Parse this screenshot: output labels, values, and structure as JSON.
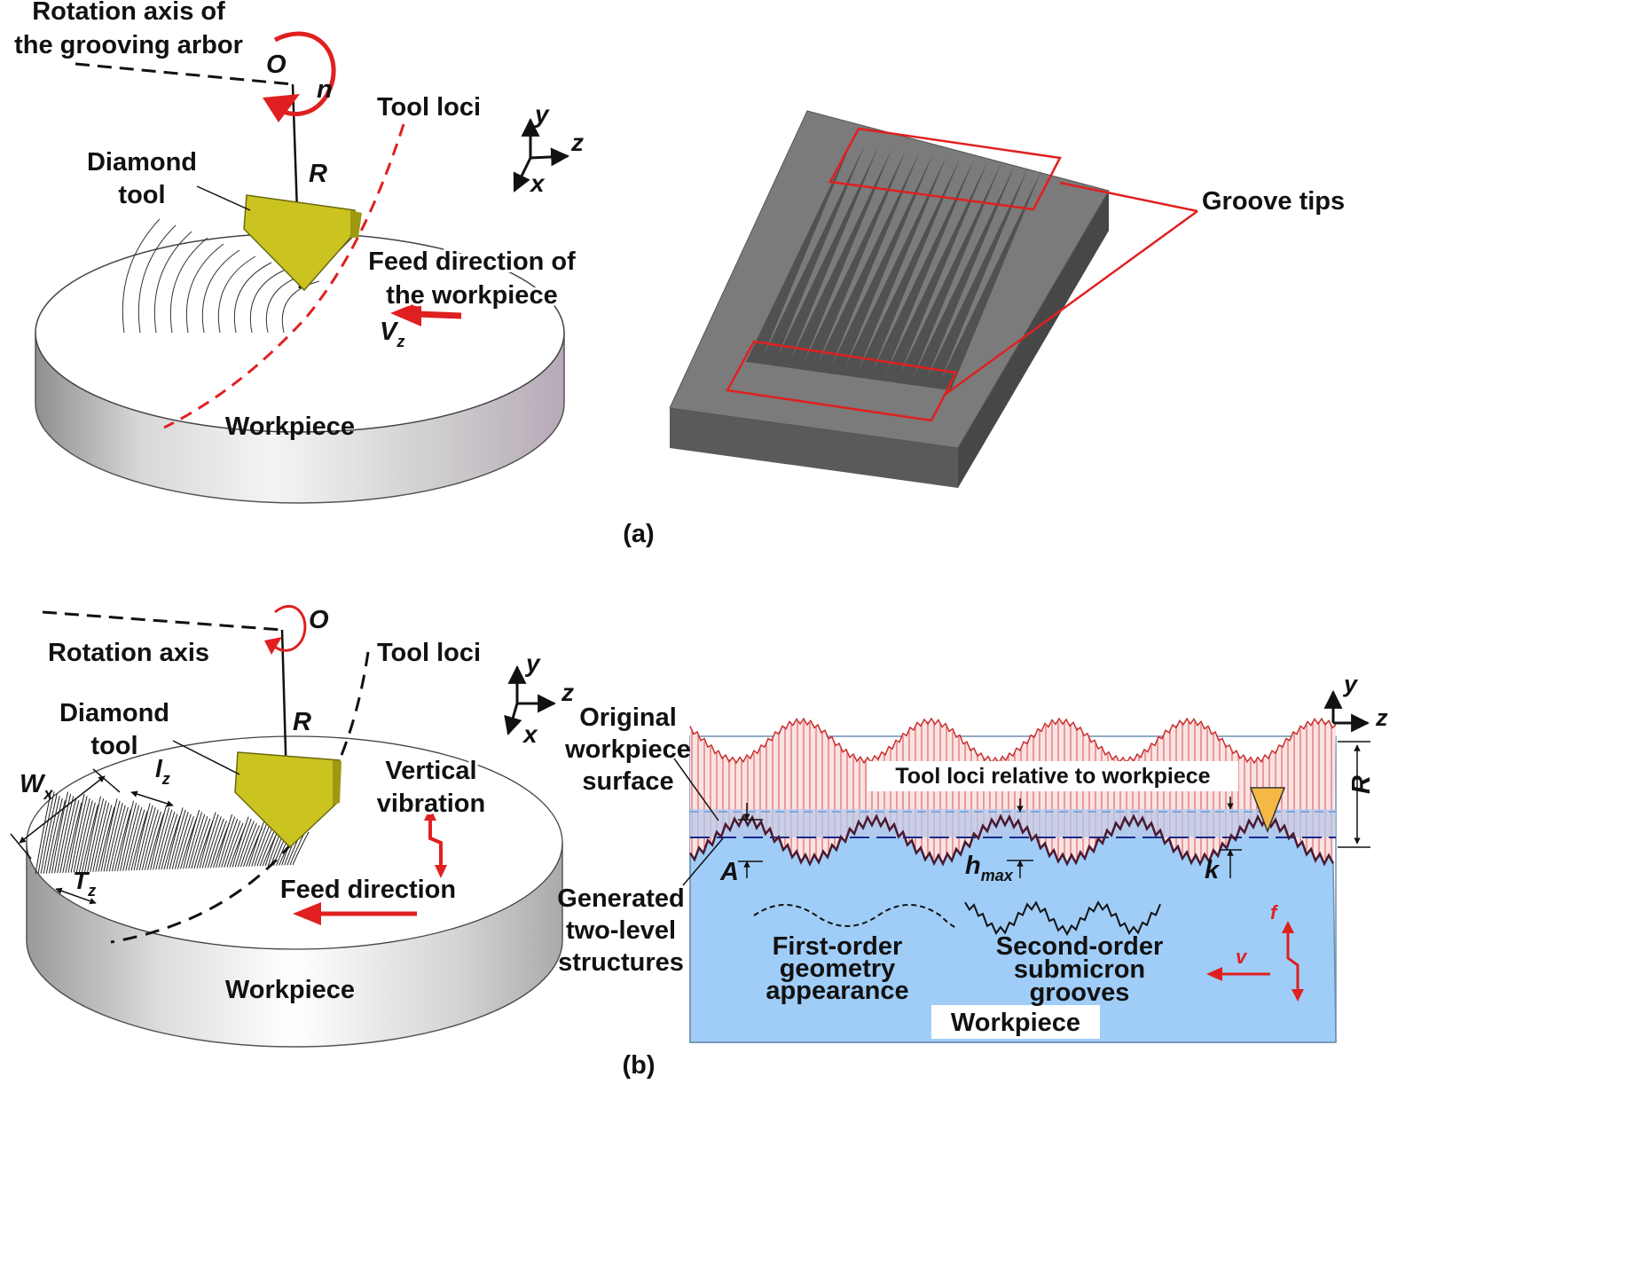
{
  "panel_a": {
    "caption": "(a)",
    "rotation_label_line1": "Rotation axis of",
    "rotation_label_line2": "the grooving arbor",
    "origin_label": "O",
    "speed_label": "n",
    "tool_loci_label": "Tool loci",
    "radius_label": "R",
    "tool_label_line1": "Diamond",
    "tool_label_line2": "tool",
    "feed_label_line1": "Feed direction of",
    "feed_label_line2": "the workpiece",
    "velocity_label": "V",
    "velocity_sub": "z",
    "workpiece_label": "Workpiece",
    "axis_y": "y",
    "axis_z": "z",
    "axis_x": "x",
    "groove_tips_label": "Groove tips"
  },
  "panel_b": {
    "caption": "(b)",
    "origin_label": "O",
    "rotation_label": "Rotation axis",
    "tool_loci_label": "Tool loci",
    "radius_label": "R",
    "tool_label_line1": "Diamond",
    "tool_label_line2": "tool",
    "width_label": "W",
    "width_sub": "x",
    "length_label": "l",
    "length_sub": "z",
    "period_label": "T",
    "period_sub": "z",
    "vibration_line1": "Vertical",
    "vibration_line2": "vibration",
    "feed_label": "Feed direction",
    "workpiece_label": "Workpiece",
    "axis_y": "y",
    "axis_z": "z",
    "axis_x": "x"
  },
  "panel_c": {
    "original_line1": "Original",
    "original_line2": "workpiece",
    "original_line3": "surface",
    "tool_loci_label": "Tool loci relative to workpiece",
    "generated_line1": "Generated",
    "generated_line2": "two-level",
    "generated_line3": "structures",
    "amplitude_label": "A",
    "hmax_label": "h",
    "hmax_sub": "max",
    "k_label": "k",
    "radius_label": "R",
    "first_order_line1": "First-order",
    "first_order_line2": "geometry",
    "first_order_line3": "appearance",
    "second_order_line1": "Second-order",
    "second_order_line2": "submicron",
    "second_order_line3": "grooves",
    "v_label": "v",
    "f_label": "f",
    "workpiece_label": "Workpiece",
    "axis_y": "y",
    "axis_z": "z"
  },
  "colors": {
    "red": "#e02020",
    "tool_yellow": "#c8c020",
    "tool_orange": "#f5b845",
    "workpiece_blue": "#9fcdf8",
    "plate_gray": "#7b7b7b",
    "navy": "#1a2a8a"
  }
}
